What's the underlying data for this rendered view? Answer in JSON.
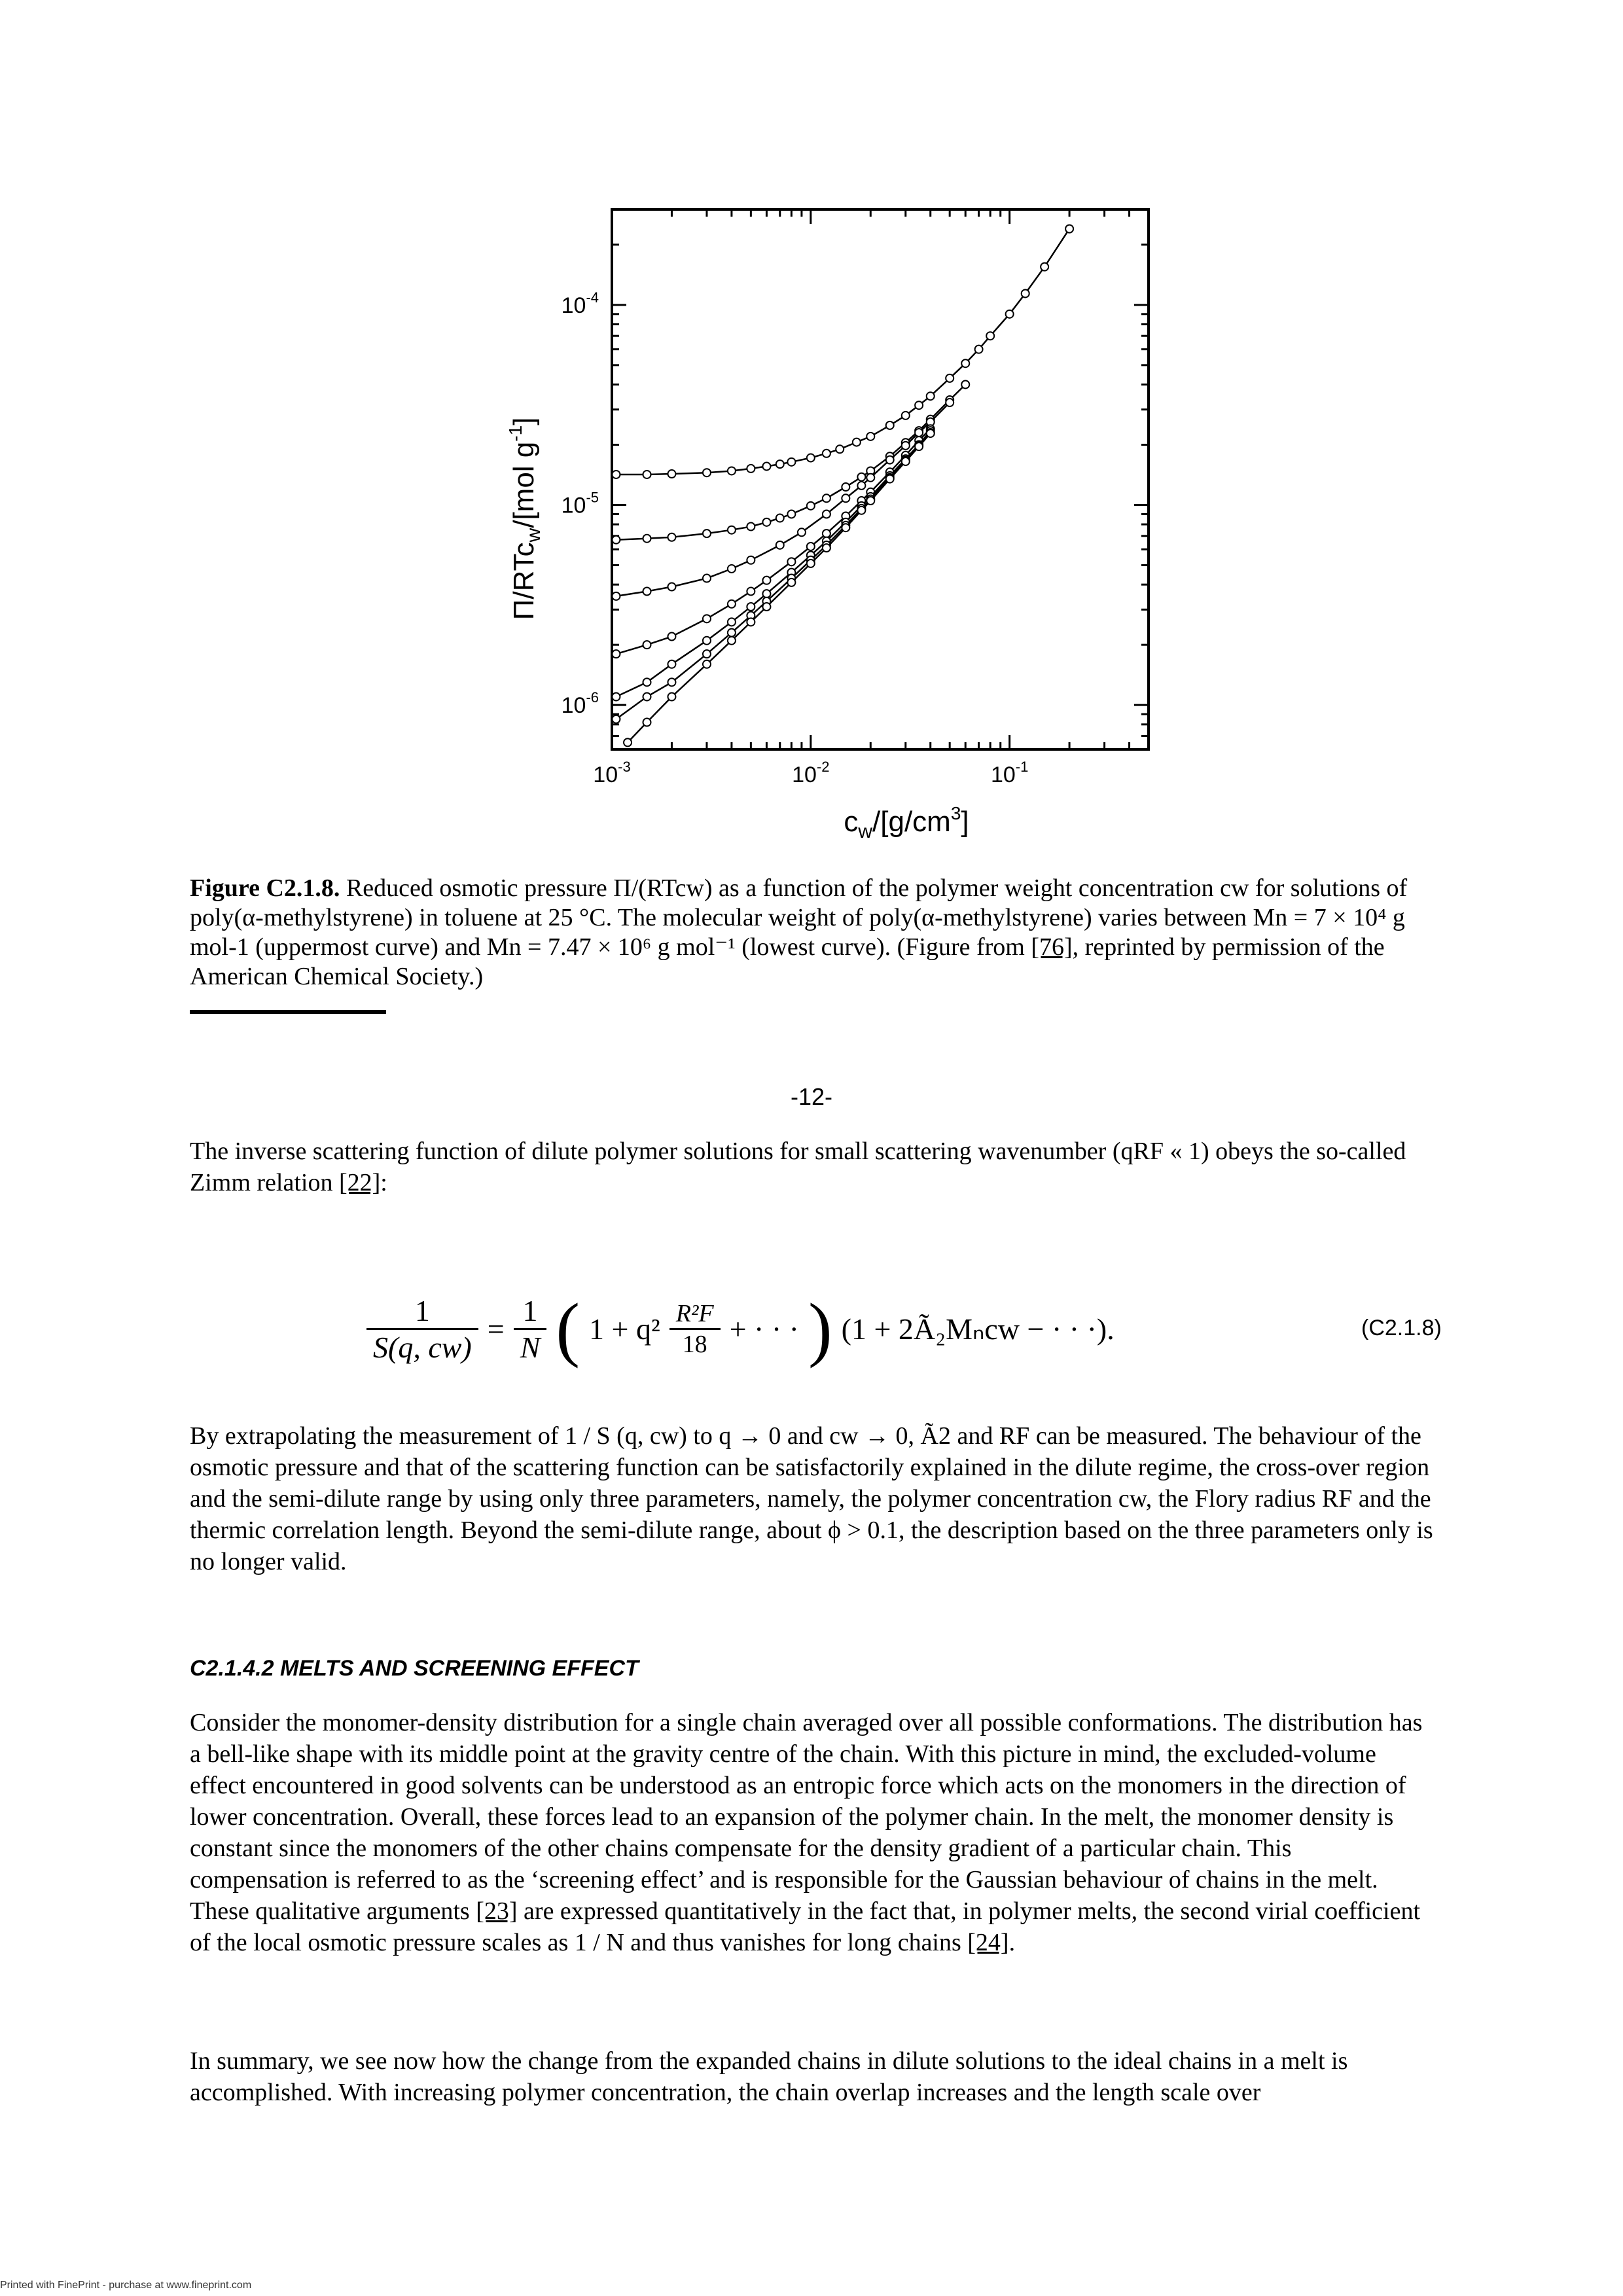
{
  "figure": {
    "ylabel": "Π/RTc",
    "ylabel_sub": "w",
    "ylabel_units": "/[mol g",
    "ylabel_exp": "-1",
    "ylabel_close": "]",
    "xlabel": "c",
    "xlabel_sub": "w",
    "xlabel_units": "/[g/cm",
    "xlabel_exp": "3",
    "xlabel_close": "]",
    "yticks": [
      {
        "base": "10",
        "exp": "-4"
      },
      {
        "base": "10",
        "exp": "-5"
      },
      {
        "base": "10",
        "exp": "-6"
      }
    ],
    "xticks": [
      {
        "base": "10",
        "exp": "-3"
      },
      {
        "base": "10",
        "exp": "-2"
      },
      {
        "base": "10",
        "exp": "-1"
      }
    ]
  },
  "chart_data": {
    "type": "scatter",
    "xscale": "log",
    "yscale": "log",
    "xlim": [
      0.001,
      0.5
    ],
    "ylim": [
      6e-07,
      0.0003
    ],
    "xlabel": "cw/[g/cm3]",
    "ylabel": "Π/RTcw /[mol g-1]",
    "series": [
      {
        "x": [
          0.00105,
          0.0015,
          0.002,
          0.003,
          0.004,
          0.005,
          0.006,
          0.007,
          0.008,
          0.01,
          0.012,
          0.014,
          0.017,
          0.02,
          0.025,
          0.03,
          0.035,
          0.04,
          0.05,
          0.06,
          0.07,
          0.08,
          0.1,
          0.12,
          0.15,
          0.2
        ],
        "y": [
          1.42e-05,
          1.42e-05,
          1.43e-05,
          1.45e-05,
          1.48e-05,
          1.52e-05,
          1.56e-05,
          1.6e-05,
          1.64e-05,
          1.72e-05,
          1.81e-05,
          1.9e-05,
          2.06e-05,
          2.2e-05,
          2.5e-05,
          2.8e-05,
          3.15e-05,
          3.5e-05,
          4.3e-05,
          5.1e-05,
          6e-05,
          7e-05,
          9e-05,
          0.000114,
          0.000155,
          0.00024
        ]
      },
      {
        "x": [
          0.00105,
          0.0015,
          0.002,
          0.003,
          0.004,
          0.005,
          0.006,
          0.007,
          0.008,
          0.01,
          0.012,
          0.015,
          0.018,
          0.02,
          0.025,
          0.03,
          0.035,
          0.04,
          0.05,
          0.06
        ],
        "y": [
          6.7e-06,
          6.8e-06,
          6.9e-06,
          7.2e-06,
          7.5e-06,
          7.8e-06,
          8.2e-06,
          8.6e-06,
          9e-06,
          9.9e-06,
          1.08e-05,
          1.23e-05,
          1.38e-05,
          1.48e-05,
          1.75e-05,
          2.05e-05,
          2.35e-05,
          2.68e-05,
          3.35e-05,
          4e-05
        ]
      },
      {
        "x": [
          0.00105,
          0.0015,
          0.002,
          0.003,
          0.004,
          0.005,
          0.007,
          0.009,
          0.012,
          0.015,
          0.018,
          0.02,
          0.025,
          0.03,
          0.035,
          0.04,
          0.05
        ],
        "y": [
          3.5e-06,
          3.7e-06,
          3.9e-06,
          4.3e-06,
          4.8e-06,
          5.3e-06,
          6.3e-06,
          7.3e-06,
          9e-06,
          1.08e-05,
          1.25e-05,
          1.37e-05,
          1.68e-05,
          1.98e-05,
          2.3e-05,
          2.6e-05,
          3.25e-05
        ]
      },
      {
        "x": [
          0.00105,
          0.0015,
          0.002,
          0.003,
          0.004,
          0.005,
          0.006,
          0.008,
          0.01,
          0.012,
          0.015,
          0.018,
          0.02,
          0.025,
          0.03,
          0.035,
          0.04
        ],
        "y": [
          1.8e-06,
          2e-06,
          2.2e-06,
          2.7e-06,
          3.2e-06,
          3.7e-06,
          4.2e-06,
          5.2e-06,
          6.2e-06,
          7.2e-06,
          8.8e-06,
          1.05e-05,
          1.16e-05,
          1.46e-05,
          1.77e-05,
          2.1e-05,
          2.4e-05
        ]
      },
      {
        "x": [
          0.00105,
          0.0015,
          0.002,
          0.003,
          0.004,
          0.005,
          0.006,
          0.008,
          0.01,
          0.012,
          0.015,
          0.018,
          0.02,
          0.025,
          0.03,
          0.035,
          0.04
        ],
        "y": [
          1.1e-06,
          1.3e-06,
          1.6e-06,
          2.1e-06,
          2.6e-06,
          3.1e-06,
          3.6e-06,
          4.6e-06,
          5.6e-06,
          6.6e-06,
          8.2e-06,
          9.9e-06,
          1.1e-05,
          1.4e-05,
          1.7e-05,
          2e-05,
          2.35e-05
        ]
      },
      {
        "x": [
          0.00105,
          0.0015,
          0.002,
          0.003,
          0.004,
          0.005,
          0.006,
          0.008,
          0.01,
          0.012,
          0.015,
          0.018,
          0.02,
          0.025,
          0.03,
          0.035,
          0.04
        ],
        "y": [
          8.5e-07,
          1.1e-06,
          1.3e-06,
          1.8e-06,
          2.3e-06,
          2.8e-06,
          3.3e-06,
          4.3e-06,
          5.3e-06,
          6.3e-06,
          7.9e-06,
          9.6e-06,
          1.07e-05,
          1.37e-05,
          1.67e-05,
          1.98e-05,
          2.3e-05
        ]
      },
      {
        "x": [
          0.0012,
          0.0015,
          0.002,
          0.003,
          0.004,
          0.005,
          0.006,
          0.008,
          0.01,
          0.012,
          0.015,
          0.018,
          0.02,
          0.025,
          0.03,
          0.035,
          0.04
        ],
        "y": [
          6.5e-07,
          8.2e-07,
          1.1e-06,
          1.6e-06,
          2.1e-06,
          2.6e-06,
          3.1e-06,
          4.1e-06,
          5.1e-06,
          6.1e-06,
          7.7e-06,
          9.4e-06,
          1.05e-05,
          1.35e-05,
          1.65e-05,
          1.96e-05,
          2.28e-05
        ]
      }
    ]
  },
  "caption": {
    "label": "Figure C2.1.8.",
    "text": "Reduced osmotic pressure Π/(RTcw) as a function of the polymer weight concentration cw for solutions of poly(α-methylstyrene) in toluene at 25 °C. The molecular weight of poly(α-methylstyrene) varies between Mn = 7 × 10⁴ g mol-1 (uppermost curve) and Mn = 7.47 × 10⁶ g mol⁻¹ (lowest curve). (Figure from ",
    "ref": "[76]",
    "text_end": ", reprinted by permission of the American Chemical Society.)"
  },
  "page_number": "-12-",
  "para1": {
    "text": "The inverse scattering function of dilute polymer solutions for small scattering wavenumber (qRF « 1) obeys the so-called Zimm relation ",
    "ref": "[22]",
    "end": ":"
  },
  "equation": {
    "lhs_num": "1",
    "lhs_den": "S(q, cw)",
    "eq": "=",
    "n_num": "1",
    "n_den": "N",
    "inner1": "1 + q²",
    "rf_num": "R²F",
    "rf_den": "18",
    "inner2": "+ · · ·",
    "second": "(1 + 2Ã₂Mₙcw − · · ·).",
    "number": "(C2.1.8)"
  },
  "para2": "By extrapolating the measurement of 1 / S (q, cw) to q → 0 and cw → 0, Ã2 and RF can be measured. The behaviour of the osmotic pressure and that of the scattering function can be satisfactorily explained in the dilute regime, the cross-over region and the semi-dilute range by using only three parameters, namely, the polymer concentration cw, the Flory radius RF and the thermic correlation length. Beyond the semi-dilute range, about ϕ > 0.1, the description based on the three parameters only is no longer valid.",
  "heading": "C2.1.4.2 MELTS AND SCREENING EFFECT",
  "para3": {
    "text": "Consider the monomer-density distribution for a single chain averaged over all possible conformations. The distribution has a bell-like shape with its middle point at the gravity centre of the chain. With this picture in mind, the excluded-volume effect encountered in good solvents can be understood as an entropic force which acts on the monomers in the direction of lower concentration. Overall, these forces lead to an expansion of the polymer chain. In the melt, the monomer density is constant since the monomers of the other chains compensate for the density gradient of a particular chain. This compensation is referred to as the ‘screening effect’ and is responsible for the Gaussian behaviour of chains in the melt. These qualitative arguments ",
    "ref1": "[23]",
    "mid": " are expressed quantitatively in the fact that, in polymer melts, the second virial coefficient of the local osmotic pressure scales as 1 / N and thus vanishes for long chains ",
    "ref2": "[24]",
    "end": "."
  },
  "para4": "In summary, we see now how the change from the expanded chains in dilute solutions to the ideal chains in a melt is accomplished. With increasing polymer concentration, the chain overlap increases and the length scale over",
  "footer": "Printed with FinePrint - purchase at www.fineprint.com"
}
